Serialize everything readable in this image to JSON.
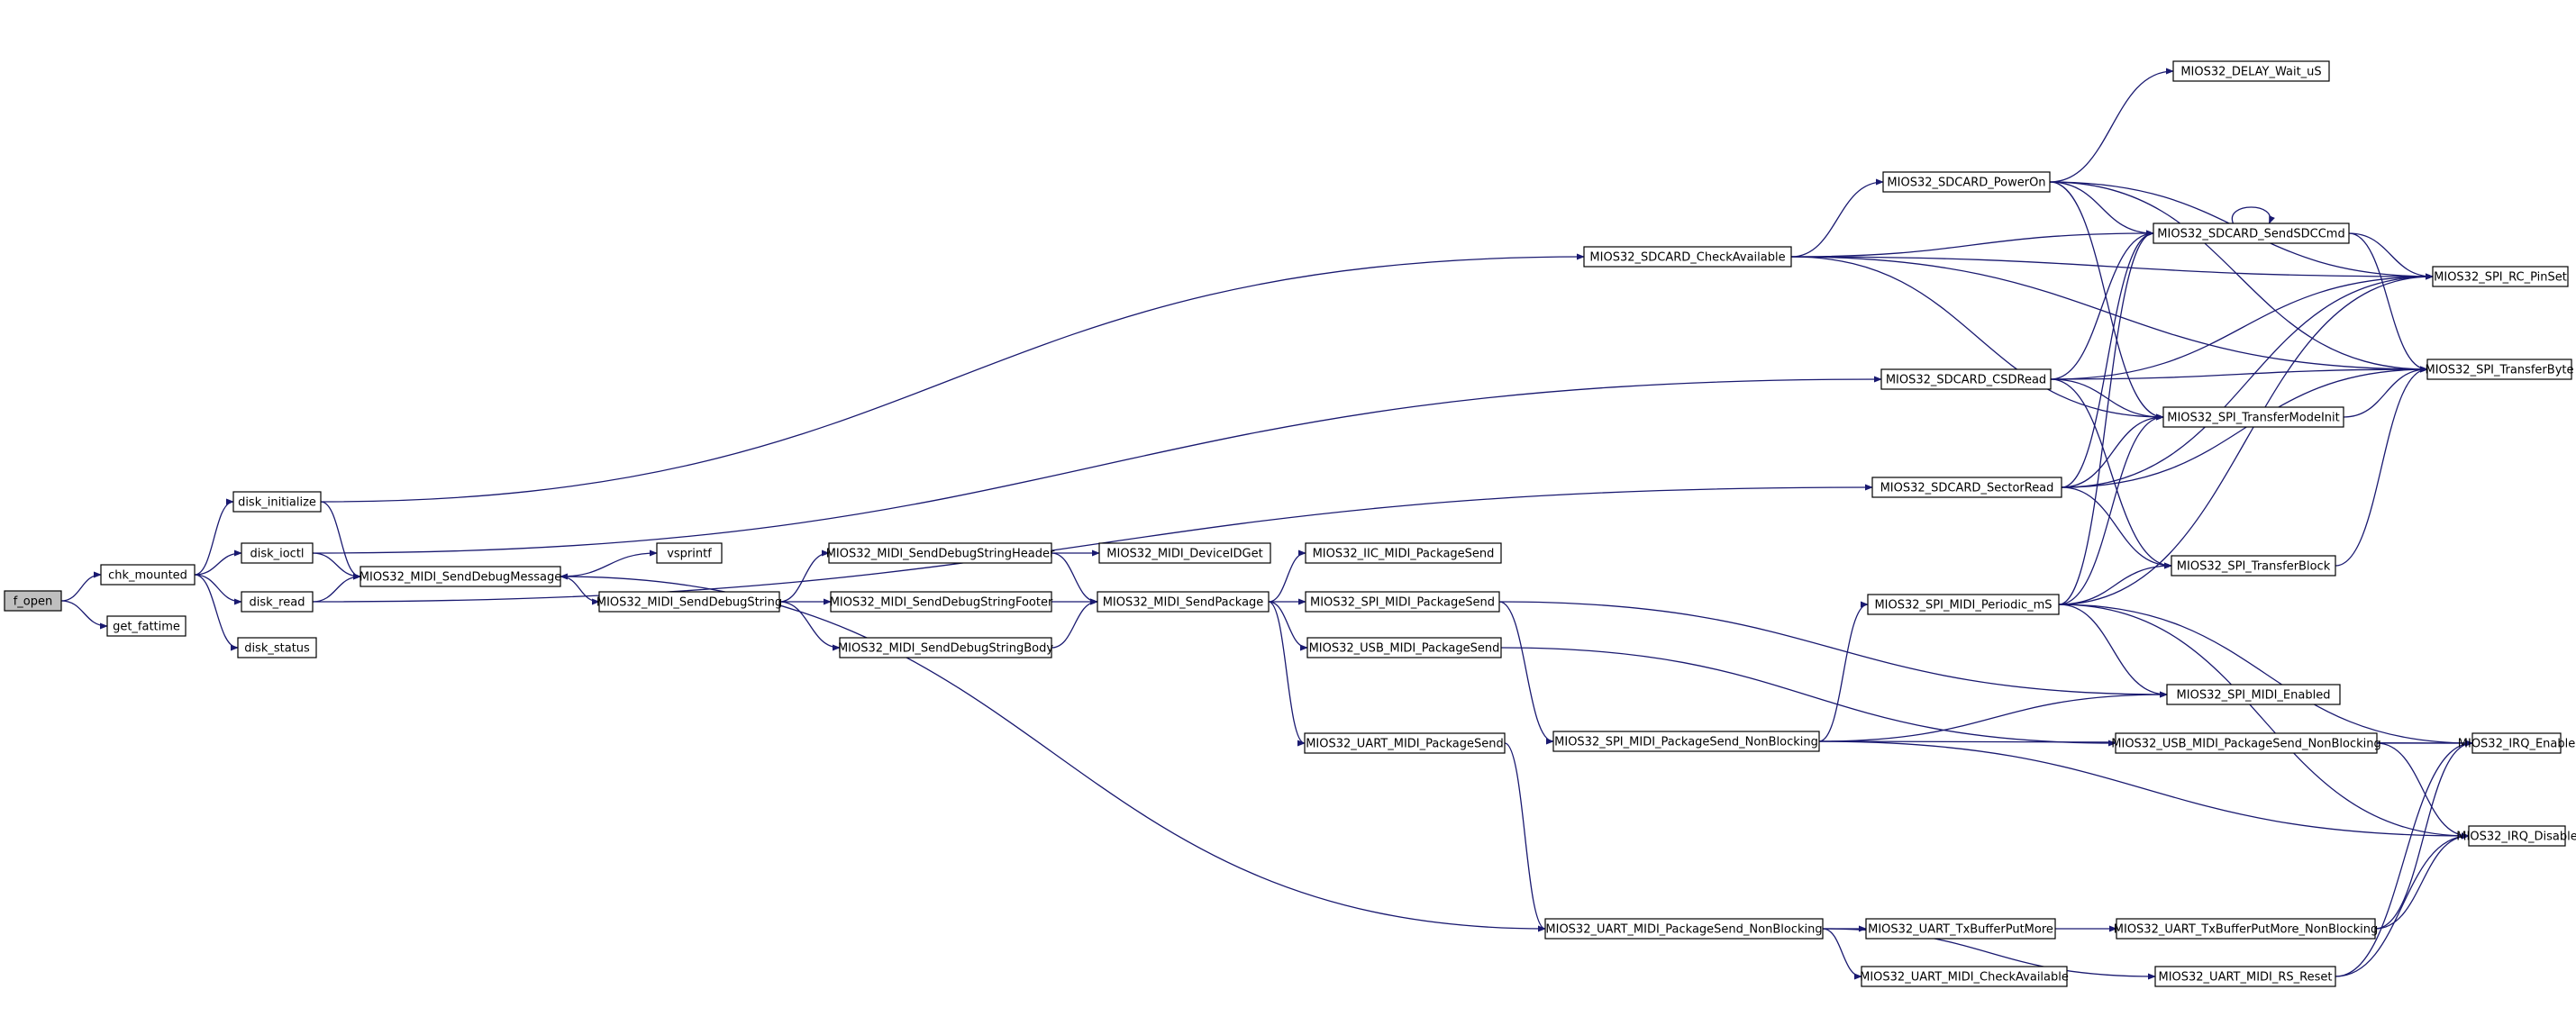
{
  "colors": {
    "edge": "#191970",
    "node_border": "#000000",
    "node_fill": "#ffffff",
    "root_fill": "#bfbfbf",
    "text": "#000000"
  },
  "nodes": [
    {
      "id": "f_open",
      "label": "f_open",
      "root": true
    },
    {
      "id": "chk_mounted",
      "label": "chk_mounted"
    },
    {
      "id": "get_fattime",
      "label": "get_fattime"
    },
    {
      "id": "disk_initialize",
      "label": "disk_initialize"
    },
    {
      "id": "disk_ioctl",
      "label": "disk_ioctl"
    },
    {
      "id": "disk_read",
      "label": "disk_read"
    },
    {
      "id": "disk_status",
      "label": "disk_status"
    },
    {
      "id": "SendDebugMessage",
      "label": "MIOS32_MIDI_SendDebugMessage"
    },
    {
      "id": "vsprintf",
      "label": "vsprintf"
    },
    {
      "id": "SendDebugString",
      "label": "MIOS32_MIDI_SendDebugString"
    },
    {
      "id": "SendDebugStringHeader",
      "label": "MIOS32_MIDI_SendDebugStringHeader"
    },
    {
      "id": "SendDebugStringFooter",
      "label": "MIOS32_MIDI_SendDebugStringFooter"
    },
    {
      "id": "SendDebugStringBody",
      "label": "MIOS32_MIDI_SendDebugStringBody"
    },
    {
      "id": "DeviceIDGet",
      "label": "MIOS32_MIDI_DeviceIDGet"
    },
    {
      "id": "SendPackage",
      "label": "MIOS32_MIDI_SendPackage"
    },
    {
      "id": "IIC_PackageSend",
      "label": "MIOS32_IIC_MIDI_PackageSend"
    },
    {
      "id": "SPI_PackageSend",
      "label": "MIOS32_SPI_MIDI_PackageSend"
    },
    {
      "id": "USB_PackageSend",
      "label": "MIOS32_USB_MIDI_PackageSend"
    },
    {
      "id": "UART_PackageSend",
      "label": "MIOS32_UART_MIDI_PackageSend"
    },
    {
      "id": "SDCARD_CheckAvailable",
      "label": "MIOS32_SDCARD_CheckAvailable"
    },
    {
      "id": "SDCARD_PowerOn",
      "label": "MIOS32_SDCARD_PowerOn"
    },
    {
      "id": "DELAY_Wait_uS",
      "label": "MIOS32_DELAY_Wait_uS"
    },
    {
      "id": "SDCARD_SendSDCCmd",
      "label": "MIOS32_SDCARD_SendSDCCmd"
    },
    {
      "id": "SDCARD_CSDRead",
      "label": "MIOS32_SDCARD_CSDRead"
    },
    {
      "id": "SDCARD_SectorRead",
      "label": "MIOS32_SDCARD_SectorRead"
    },
    {
      "id": "SPI_RC_PinSet",
      "label": "MIOS32_SPI_RC_PinSet"
    },
    {
      "id": "SPI_TransferByte",
      "label": "MIOS32_SPI_TransferByte"
    },
    {
      "id": "SPI_TransferModeInit",
      "label": "MIOS32_SPI_TransferModeInit"
    },
    {
      "id": "SPI_TransferBlock",
      "label": "MIOS32_SPI_TransferBlock"
    },
    {
      "id": "SPI_MIDI_Periodic_mS",
      "label": "MIOS32_SPI_MIDI_Periodic_mS"
    },
    {
      "id": "SPI_MIDI_Enabled",
      "label": "MIOS32_SPI_MIDI_Enabled"
    },
    {
      "id": "SPI_PackageSend_NB",
      "label": "MIOS32_SPI_MIDI_PackageSend_NonBlocking"
    },
    {
      "id": "USB_PackageSend_NB",
      "label": "MIOS32_USB_MIDI_PackageSend_NonBlocking"
    },
    {
      "id": "IRQ_Enable",
      "label": "MIOS32_IRQ_Enable"
    },
    {
      "id": "IRQ_Disable",
      "label": "MIOS32_IRQ_Disable"
    },
    {
      "id": "UART_PackageSend_NB",
      "label": "MIOS32_UART_MIDI_PackageSend_NonBlocking"
    },
    {
      "id": "UART_TxBufferPutMore",
      "label": "MIOS32_UART_TxBufferPutMore"
    },
    {
      "id": "UART_TxBufferPutMore_NB",
      "label": "MIOS32_UART_TxBufferPutMore_NonBlocking"
    },
    {
      "id": "UART_CheckAvailable",
      "label": "MIOS32_UART_MIDI_CheckAvailable"
    },
    {
      "id": "UART_RS_Reset",
      "label": "MIOS32_UART_MIDI_RS_Reset"
    }
  ],
  "edges": [
    [
      "f_open",
      "chk_mounted"
    ],
    [
      "f_open",
      "get_fattime"
    ],
    [
      "chk_mounted",
      "disk_initialize"
    ],
    [
      "chk_mounted",
      "disk_ioctl"
    ],
    [
      "chk_mounted",
      "disk_read"
    ],
    [
      "chk_mounted",
      "disk_status"
    ],
    [
      "disk_initialize",
      "SDCARD_CheckAvailable"
    ],
    [
      "disk_initialize",
      "SendDebugMessage"
    ],
    [
      "disk_ioctl",
      "SDCARD_CSDRead"
    ],
    [
      "disk_ioctl",
      "SendDebugMessage"
    ],
    [
      "disk_read",
      "SendDebugMessage"
    ],
    [
      "disk_read",
      "SDCARD_SectorRead"
    ],
    [
      "SendDebugMessage",
      "vsprintf"
    ],
    [
      "SendDebugMessage",
      "SendDebugString"
    ],
    [
      "SendDebugString",
      "SendDebugStringHeader"
    ],
    [
      "SendDebugString",
      "SendDebugStringFooter"
    ],
    [
      "SendDebugString",
      "SendDebugStringBody"
    ],
    [
      "SendDebugStringHeader",
      "DeviceIDGet"
    ],
    [
      "SendDebugStringHeader",
      "SendPackage"
    ],
    [
      "SendDebugStringFooter",
      "SendPackage"
    ],
    [
      "SendDebugStringBody",
      "SendPackage"
    ],
    [
      "SendPackage",
      "IIC_PackageSend"
    ],
    [
      "SendPackage",
      "SPI_PackageSend"
    ],
    [
      "SendPackage",
      "USB_PackageSend"
    ],
    [
      "SendPackage",
      "UART_PackageSend"
    ],
    [
      "SPI_PackageSend",
      "SPI_PackageSend_NB"
    ],
    [
      "SPI_PackageSend",
      "SPI_MIDI_Enabled"
    ],
    [
      "USB_PackageSend",
      "USB_PackageSend_NB"
    ],
    [
      "UART_PackageSend",
      "UART_PackageSend_NB"
    ],
    [
      "UART_PackageSend_NB",
      "SendDebugMessage"
    ],
    [
      "UART_PackageSend_NB",
      "UART_TxBufferPutMore"
    ],
    [
      "UART_PackageSend_NB",
      "UART_CheckAvailable"
    ],
    [
      "UART_PackageSend_NB",
      "UART_RS_Reset"
    ],
    [
      "UART_TxBufferPutMore",
      "UART_TxBufferPutMore_NB"
    ],
    [
      "UART_TxBufferPutMore_NB",
      "IRQ_Enable"
    ],
    [
      "UART_TxBufferPutMore_NB",
      "IRQ_Disable"
    ],
    [
      "UART_RS_Reset",
      "IRQ_Enable"
    ],
    [
      "UART_RS_Reset",
      "IRQ_Disable"
    ],
    [
      "USB_PackageSend_NB",
      "IRQ_Enable"
    ],
    [
      "USB_PackageSend_NB",
      "IRQ_Disable"
    ],
    [
      "SPI_PackageSend_NB",
      "SPI_MIDI_Periodic_mS"
    ],
    [
      "SPI_PackageSend_NB",
      "SPI_MIDI_Enabled"
    ],
    [
      "SPI_PackageSend_NB",
      "IRQ_Enable"
    ],
    [
      "SPI_PackageSend_NB",
      "IRQ_Disable"
    ],
    [
      "SPI_MIDI_Periodic_mS",
      "SDCARD_SendSDCCmd"
    ],
    [
      "SPI_MIDI_Periodic_mS",
      "SPI_TransferModeInit"
    ],
    [
      "SPI_MIDI_Periodic_mS",
      "SPI_TransferBlock"
    ],
    [
      "SPI_MIDI_Periodic_mS",
      "SPI_RC_PinSet"
    ],
    [
      "SPI_MIDI_Periodic_mS",
      "SPI_MIDI_Enabled"
    ],
    [
      "SPI_MIDI_Periodic_mS",
      "IRQ_Enable"
    ],
    [
      "SPI_MIDI_Periodic_mS",
      "IRQ_Disable"
    ],
    [
      "SDCARD_CheckAvailable",
      "SDCARD_PowerOn"
    ],
    [
      "SDCARD_CheckAvailable",
      "SDCARD_SendSDCCmd"
    ],
    [
      "SDCARD_CheckAvailable",
      "SPI_RC_PinSet"
    ],
    [
      "SDCARD_CheckAvailable",
      "SPI_TransferByte"
    ],
    [
      "SDCARD_CheckAvailable",
      "SPI_TransferModeInit"
    ],
    [
      "SDCARD_PowerOn",
      "DELAY_Wait_uS"
    ],
    [
      "SDCARD_PowerOn",
      "SDCARD_SendSDCCmd"
    ],
    [
      "SDCARD_PowerOn",
      "SPI_RC_PinSet"
    ],
    [
      "SDCARD_PowerOn",
      "SPI_TransferByte"
    ],
    [
      "SDCARD_PowerOn",
      "SPI_TransferModeInit"
    ],
    [
      "SDCARD_SendSDCCmd",
      "SDCARD_SendSDCCmd"
    ],
    [
      "SDCARD_SendSDCCmd",
      "SPI_RC_PinSet"
    ],
    [
      "SDCARD_SendSDCCmd",
      "SPI_TransferByte"
    ],
    [
      "SDCARD_CSDRead",
      "SDCARD_SendSDCCmd"
    ],
    [
      "SDCARD_CSDRead",
      "SPI_RC_PinSet"
    ],
    [
      "SDCARD_CSDRead",
      "SPI_TransferByte"
    ],
    [
      "SDCARD_CSDRead",
      "SPI_TransferModeInit"
    ],
    [
      "SDCARD_CSDRead",
      "SPI_TransferBlock"
    ],
    [
      "SDCARD_SectorRead",
      "SDCARD_SendSDCCmd"
    ],
    [
      "SDCARD_SectorRead",
      "SPI_RC_PinSet"
    ],
    [
      "SDCARD_SectorRead",
      "SPI_TransferByte"
    ],
    [
      "SDCARD_SectorRead",
      "SPI_TransferModeInit"
    ],
    [
      "SDCARD_SectorRead",
      "SPI_TransferBlock"
    ],
    [
      "SPI_TransferModeInit",
      "SPI_TransferByte"
    ],
    [
      "SPI_TransferBlock",
      "SPI_TransferByte"
    ]
  ]
}
